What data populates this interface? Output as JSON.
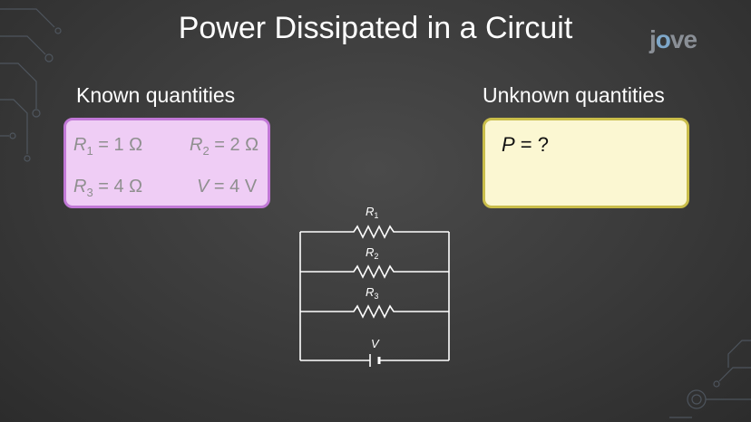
{
  "title": "Power Dissipated in a Circuit",
  "logo": {
    "pre": "j",
    "mid": "o",
    "post": "ve"
  },
  "known": {
    "heading": "Known quantities",
    "items": [
      {
        "sym": "R",
        "sub": "1",
        "rest": " = 1 Ω"
      },
      {
        "sym": "R",
        "sub": "2",
        "rest": " = 2 Ω"
      },
      {
        "sym": "R",
        "sub": "3",
        "rest": " = 4 Ω"
      },
      {
        "sym": "V",
        "sub": "",
        "rest": " = 4 V"
      }
    ]
  },
  "unknown": {
    "heading": "Unknown quantities",
    "sym": "P",
    "rest": " = ?"
  },
  "circuit": {
    "resistor_labels": [
      {
        "sym": "R",
        "sub": "1"
      },
      {
        "sym": "R",
        "sub": "2"
      },
      {
        "sym": "R",
        "sub": "3"
      }
    ],
    "battery_label": "V"
  },
  "colors": {
    "known_fill": "#efcdf5",
    "known_border": "#c178d6",
    "unknown_fill": "#fbf7d2",
    "unknown_border": "#c9bd4a"
  }
}
